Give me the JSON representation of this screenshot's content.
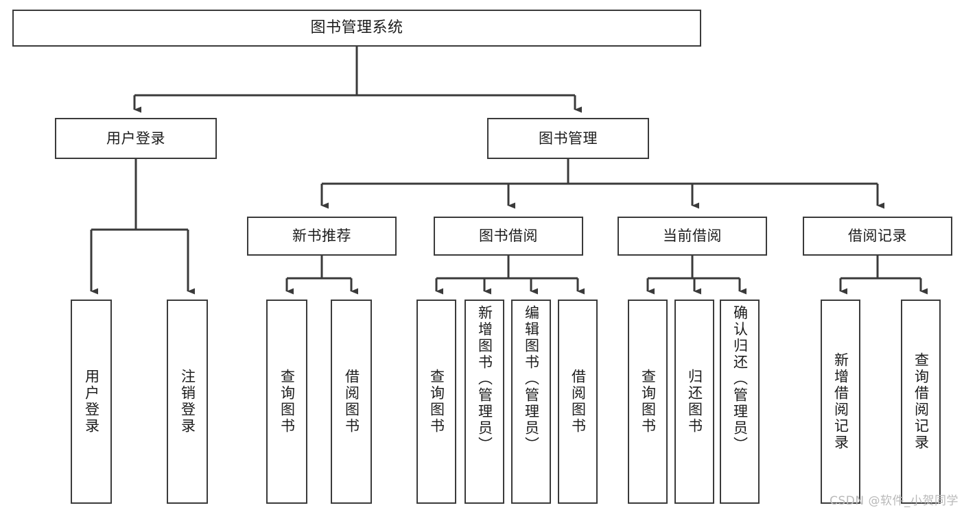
{
  "diagram": {
    "title": "图书管理系统",
    "type": "tree-hierarchy",
    "watermark": "CSDN @软件_小贺同学",
    "colors": {
      "box_border": "#3a3a3a",
      "box_fill": "#ffffff",
      "edge": "#3a3a3a",
      "text": "#1c1c1c",
      "watermark": "#b9b9b9",
      "background": "#ffffff"
    },
    "levels": {
      "root": {
        "label": "图书管理系统"
      },
      "level1": [
        {
          "id": "user-login",
          "label": "用户登录"
        },
        {
          "id": "book-manage",
          "label": "图书管理"
        }
      ],
      "level2": [
        {
          "id": "new-book-recommend",
          "label": "新书推荐",
          "parent": "book-manage"
        },
        {
          "id": "book-borrow",
          "label": "图书借阅",
          "parent": "book-manage"
        },
        {
          "id": "current-borrow",
          "label": "当前借阅",
          "parent": "book-manage"
        },
        {
          "id": "borrow-record",
          "label": "借阅记录",
          "parent": "book-manage"
        }
      ],
      "leaves": [
        {
          "id": "leaf-user-login",
          "label": "用户登录",
          "parent": "user-login"
        },
        {
          "id": "leaf-logout",
          "label": "注销登录",
          "parent": "user-login"
        },
        {
          "id": "leaf-query-book-1",
          "label": "查询图书",
          "parent": "new-book-recommend"
        },
        {
          "id": "leaf-borrow-book-1",
          "label": "借阅图书",
          "parent": "new-book-recommend"
        },
        {
          "id": "leaf-query-book-2",
          "label": "查询图书",
          "parent": "book-borrow"
        },
        {
          "id": "leaf-add-book",
          "label": "新增图书（管理员）",
          "parent": "book-borrow"
        },
        {
          "id": "leaf-edit-book",
          "label": "编辑图书（管理员）",
          "parent": "book-borrow"
        },
        {
          "id": "leaf-borrow-book-2",
          "label": "借阅图书",
          "parent": "book-borrow"
        },
        {
          "id": "leaf-query-book-3",
          "label": "查询图书",
          "parent": "current-borrow"
        },
        {
          "id": "leaf-return-book",
          "label": "归还图书",
          "parent": "current-borrow"
        },
        {
          "id": "leaf-confirm-return",
          "label": "确认归还（管理员）",
          "parent": "current-borrow"
        },
        {
          "id": "leaf-add-record",
          "label": "新增借阅记录",
          "parent": "borrow-record"
        },
        {
          "id": "leaf-query-record",
          "label": "查询借阅记录",
          "parent": "borrow-record"
        }
      ]
    }
  }
}
